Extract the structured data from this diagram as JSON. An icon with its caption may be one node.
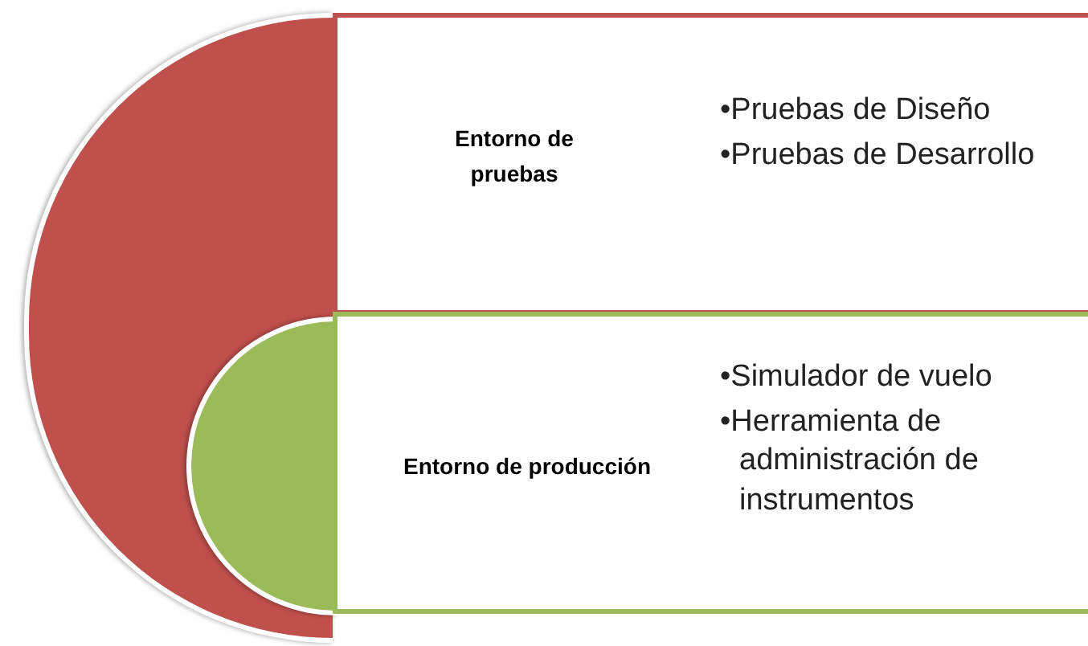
{
  "diagram": {
    "nodes": [
      {
        "text": [],
        "shape": "circle"
      },
      {
        "text": [
          "Entorno de pruebas",
          "•Pruebas de Diseño",
          "•Pruebas de Desarrollo"
        ]
      },
      {
        "text": [],
        "shape": "circle",
        "in": 0
      },
      {
        "text": [
          "Entorno de producción",
          "•Simulador de vuelo",
          "•Herramienta de administración de instrumentos"
        ]
      }
    ],
    "edges": []
  }
}
